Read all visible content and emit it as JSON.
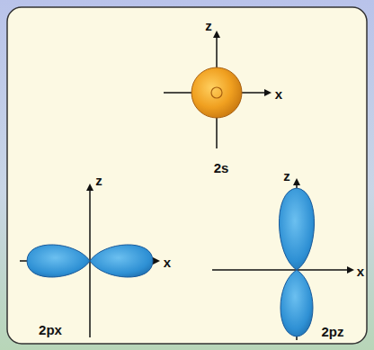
{
  "diagram": {
    "labels": [
      "z",
      "x",
      "2s",
      "z",
      "x",
      "2px",
      "z",
      "x",
      "2pz"
    ]
  }
}
